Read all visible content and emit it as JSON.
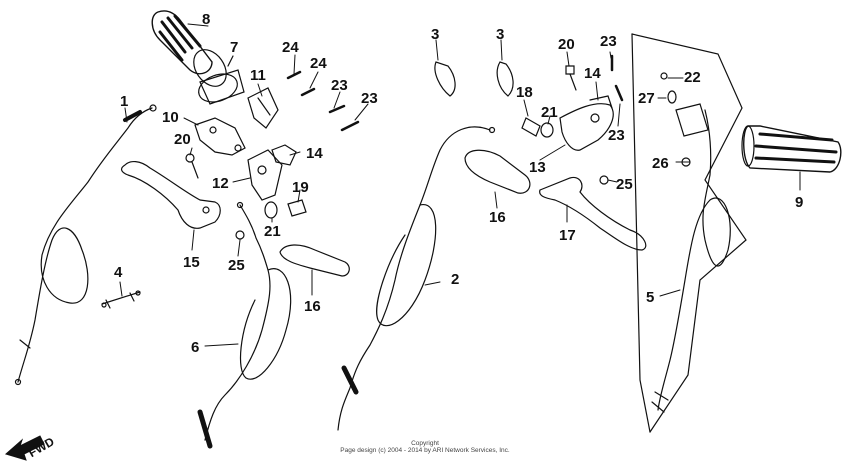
{
  "callouts": [
    "1",
    "2",
    "3",
    "3",
    "4",
    "5",
    "6",
    "7",
    "8",
    "9",
    "10",
    "11",
    "12",
    "13",
    "14",
    "14",
    "15",
    "16",
    "16",
    "17",
    "18",
    "19",
    "20",
    "20",
    "21",
    "21",
    "22",
    "23",
    "23",
    "23",
    "23",
    "24",
    "24",
    "25",
    "25",
    "26",
    "27"
  ],
  "fwd_label": "FWD",
  "copyright": {
    "line1": "Copyright",
    "line2": "Page design (c) 2004 - 2014 by ARI Network Services, Inc."
  }
}
